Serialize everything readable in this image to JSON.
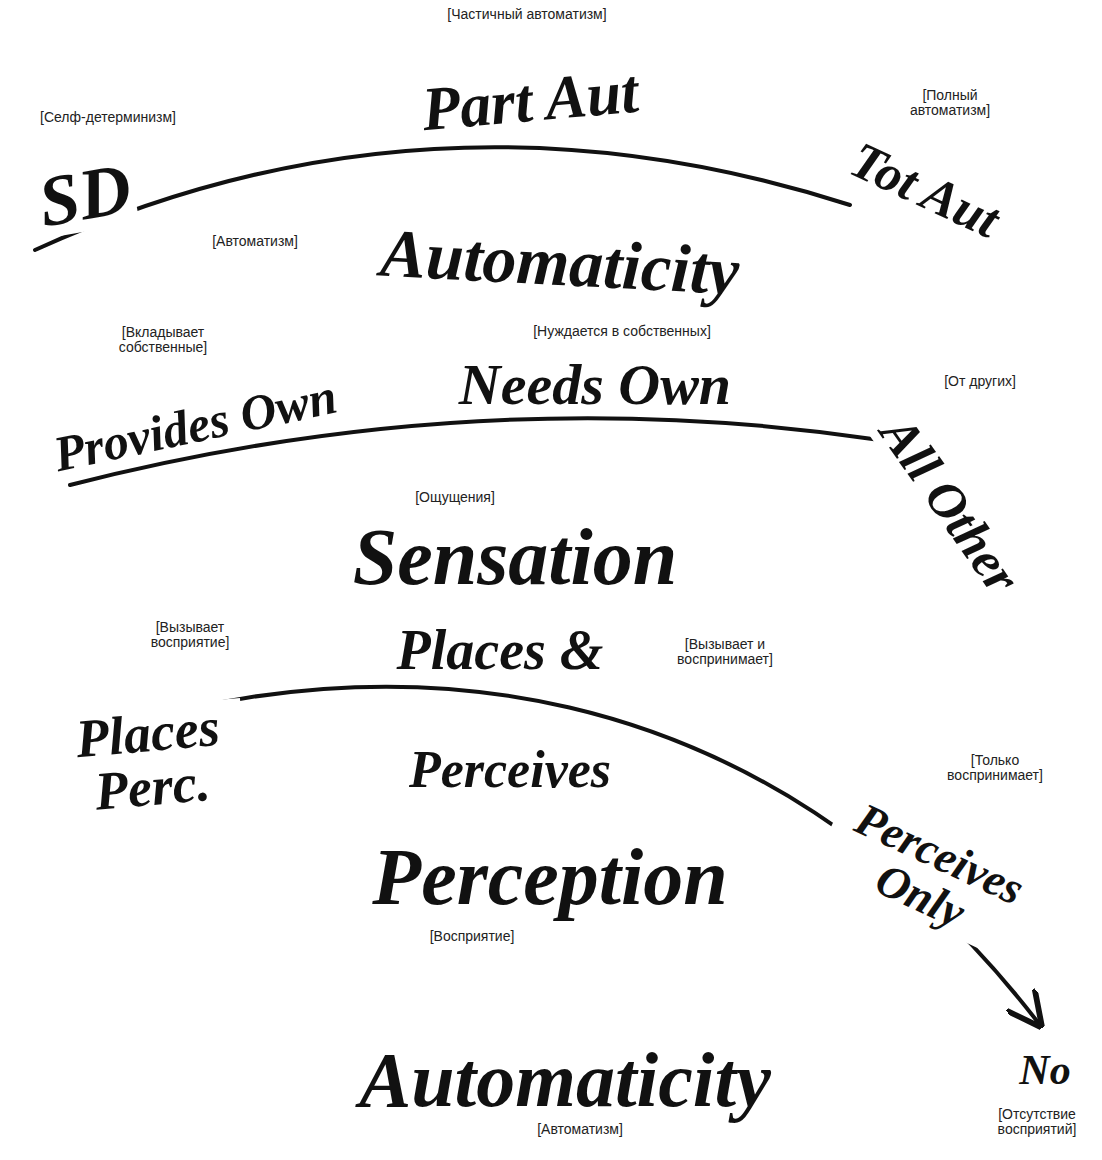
{
  "diagram": {
    "labels": [
      "[Частичный автоматизм]",
      "[Селф-детерминизм]",
      "Part Aut",
      "[Полный автоматизм]",
      "SD",
      "Tot Aut",
      "[Автоматизм]",
      "Automaticity",
      "[Вкладывает собственные]",
      "[Нуждается в собственных]",
      "Provides Own",
      "Needs Own",
      "[От других]",
      "All Other",
      "[Ощущения]",
      "Sensation",
      "[Вызывает восприятие]",
      "Places &",
      "[Вызывает и воспринимает]",
      "Places Perc.",
      "Perceives",
      "[Только воспринимает]",
      "Perceives Only",
      "Perception",
      "[Восприятие]",
      "Automaticity",
      "No",
      "[Автоматизм]",
      "[Отсутствие восприятий]"
    ]
  }
}
